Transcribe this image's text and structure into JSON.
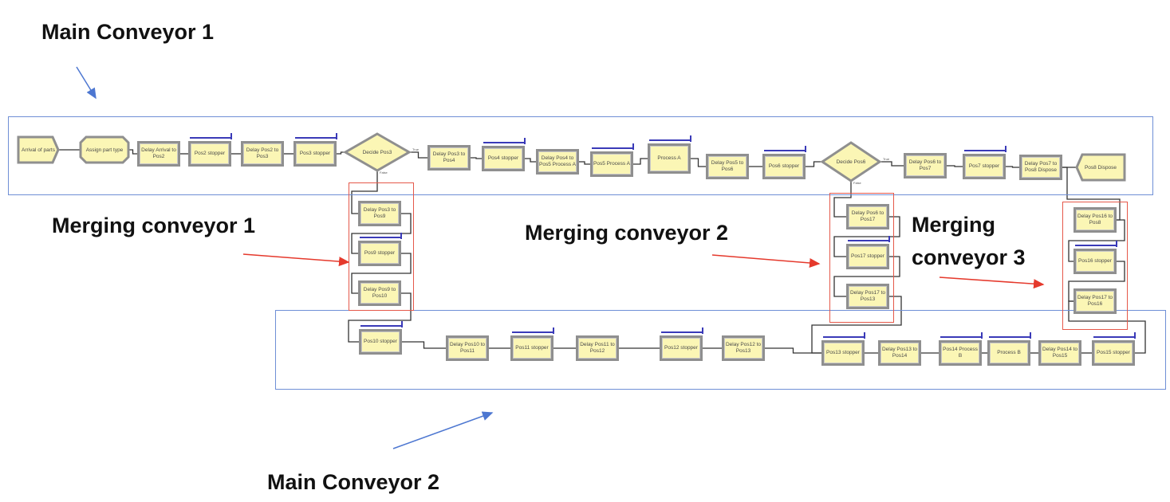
{
  "annotations": {
    "main_conveyor_1": "Main Conveyor 1",
    "main_conveyor_2": "Main Conveyor 2",
    "merging_conveyor_1": "Merging conveyor 1",
    "merging_conveyor_2": "Merging conveyor 2",
    "merging_conveyor_3_line1": "Merging",
    "merging_conveyor_3_line2": "conveyor 3"
  },
  "colors": {
    "main_frame": "#6f8fd6",
    "merge_frame": "#e5584a",
    "block_fill": "#fbf6b5",
    "block_border": "#8f8f8f",
    "resource_bar": "#3a3ab8",
    "connector": "#333333"
  },
  "main_conveyor_1": {
    "blocks": [
      {
        "id": "arrival",
        "type": "create",
        "label": "Arrival of parts"
      },
      {
        "id": "assign",
        "type": "assign",
        "label": "Assign part type"
      },
      {
        "id": "d_arr_p2",
        "type": "process",
        "label": "Delay Arrival to Pos2"
      },
      {
        "id": "p2_stop",
        "type": "process",
        "label": "Pos2 stopper",
        "resource": true
      },
      {
        "id": "d_p2_p3",
        "type": "process",
        "label": "Delay Pos2 to Pos3"
      },
      {
        "id": "p3_stop",
        "type": "process",
        "label": "Pos3 stopper",
        "resource": true
      },
      {
        "id": "dec_p3",
        "type": "decide",
        "label": "Decide Pos3",
        "true_label": "True",
        "false_label": "False"
      },
      {
        "id": "d_p3_p4",
        "type": "process",
        "label": "Delay Pos3 to Pos4"
      },
      {
        "id": "p4_stop",
        "type": "process",
        "label": "Pos4 stopper",
        "resource": true
      },
      {
        "id": "d_p4_p5",
        "type": "process",
        "label": "Delay Pos4 to Pos5 Process A"
      },
      {
        "id": "p5_proc",
        "type": "process",
        "label": "Pos5 Process A",
        "resource": true
      },
      {
        "id": "proc_a",
        "type": "process",
        "label": "Process A",
        "resource": true
      },
      {
        "id": "d_p5_p6",
        "type": "process",
        "label": "Delay Pos5 to Pos6"
      },
      {
        "id": "p6_stop",
        "type": "process",
        "label": "Pos6 stopper",
        "resource": true
      },
      {
        "id": "dec_p6",
        "type": "decide",
        "label": "Decide Pos6",
        "true_label": "True",
        "false_label": "False"
      },
      {
        "id": "d_p6_p7",
        "type": "process",
        "label": "Delay Pos6 to Pos7"
      },
      {
        "id": "p7_stop",
        "type": "process",
        "label": "Pos7 stopper",
        "resource": true
      },
      {
        "id": "d_p7_p8",
        "type": "process",
        "label": "Delay Pos7 to Pos8 Dispose"
      },
      {
        "id": "p8_disp",
        "type": "dispose",
        "label": "Pos8 Dispose"
      }
    ]
  },
  "merging_conveyor_1": {
    "blocks": [
      {
        "id": "d_p3_p9",
        "label": "Delay Pos3 to Pos9"
      },
      {
        "id": "p9_stop",
        "label": "Pos9 stopper",
        "resource": true
      },
      {
        "id": "d_p9_p10",
        "label": "Delay Pos9 to Pos10"
      }
    ]
  },
  "merging_conveyor_2": {
    "blocks": [
      {
        "id": "d_p6_p17",
        "label": "Delay Pos6 to Pos17"
      },
      {
        "id": "p17_stop",
        "label": "Pos17 stopper",
        "resource": true
      },
      {
        "id": "d_p17_p13",
        "label": "Delay Pos17 to Pos13"
      }
    ]
  },
  "merging_conveyor_3": {
    "blocks": [
      {
        "id": "d_p16_p8",
        "label": "Delay Pos16 to Pos8"
      },
      {
        "id": "p16_stop",
        "label": "Pos16 stopper",
        "resource": true
      },
      {
        "id": "d_p17_p16",
        "label": "Delay Pos17 to Pos16"
      }
    ]
  },
  "main_conveyor_2": {
    "blocks": [
      {
        "id": "p10_stop",
        "label": "Pos10 stopper",
        "resource": true
      },
      {
        "id": "d_p10_p11",
        "label": "Delay Pos10 to Pos11"
      },
      {
        "id": "p11_stop",
        "label": "Pos11 stopper",
        "resource": true
      },
      {
        "id": "d_p11_p12",
        "label": "Delay Pos11 to Pos12"
      },
      {
        "id": "p12_stop",
        "label": "Pos12 stopper",
        "resource": true
      },
      {
        "id": "d_p12_p13",
        "label": "Delay Pos12 to Pos13"
      },
      {
        "id": "p13_stop",
        "label": "Pos13 stopper",
        "resource": true
      },
      {
        "id": "d_p13_p14",
        "label": "Delay Pos13 to Pos14"
      },
      {
        "id": "p14_proc",
        "label": "Pos14 Process B",
        "resource": true
      },
      {
        "id": "proc_b",
        "label": "Process B",
        "resource": true
      },
      {
        "id": "d_p14_p15",
        "label": "Delay Pos14 to Pos15"
      },
      {
        "id": "p15_stop",
        "label": "Pos15 stopper",
        "resource": true
      }
    ]
  }
}
